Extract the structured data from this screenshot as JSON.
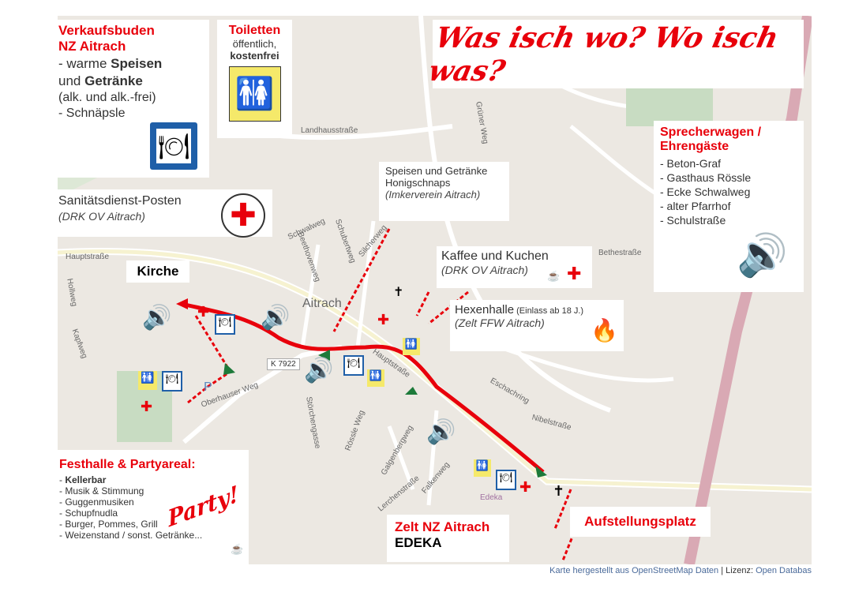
{
  "title": "Was isch wo? Wo isch was?",
  "verkaufsbuden": {
    "heading1": "Verkaufsbuden",
    "heading2": "NZ Aitrach",
    "l1a": "- warme ",
    "l1b": "Speisen",
    "l2a": "und ",
    "l2b": "Getränke",
    "l3": "(alk. und alk.-frei)",
    "l4": "- Schnäpsle"
  },
  "toiletten": {
    "heading": "Toiletten",
    "l1": "öffentlich,",
    "l2": "kostenfrei"
  },
  "sprecher": {
    "heading1": "Sprecherwagen /",
    "heading2": "Ehrengäste",
    "items": [
      "- Beton-Graf",
      "- Gasthaus Rössle",
      "- Ecke Schwalweg",
      "- alter Pfarrhof",
      "- Schulstraße"
    ]
  },
  "sani": {
    "heading": "Sanitätsdienst-Posten",
    "sub": "(DRK OV Aitrach)"
  },
  "speisen": {
    "l1": "Speisen und Getränke",
    "l2": "Honigschnaps",
    "l3": "(Imkerverein Aitrach)"
  },
  "kaffee": {
    "l1": "Kaffee und Kuchen",
    "l2": "(DRK OV Aitrach)"
  },
  "hexen": {
    "l1": "Hexenhalle",
    "l1small": " (Einlass ab 18 J.)",
    "l2": "(Zelt FFW Aitrach)"
  },
  "kirche": "Kirche",
  "festhalle": {
    "heading": "Festhalle & Partyareal:",
    "items": [
      "Kellerbar",
      "- Musik & Stimmung",
      "- Guggenmusiken",
      "- Schupfnudla",
      "- Burger, Pommes, Grill",
      "- Weizenstand / sonst. Getränke..."
    ],
    "party": "Party!"
  },
  "zelt": {
    "l1": "Zelt NZ Aitrach",
    "l2": "EDEKA"
  },
  "aufstellung": "Aufstellungsplatz",
  "streets": [
    "Hauptstraße",
    "Schwalweg",
    "Beethovenweg",
    "Schubertweg",
    "Silcherweg",
    "Landhausstraße",
    "Grüner Weg",
    "Hollweg",
    "Kapfweg",
    "Oberhauser Weg",
    "Störchengasse",
    "Rössle Weg",
    "Galgenbergweg",
    "Falkenweg",
    "Lerchenstraße",
    "Eschachring",
    "Nibelstraße",
    "Bethestraße",
    "Aitrach",
    "K 7922",
    "Edeka",
    "P"
  ],
  "attribution": {
    "a": "Karte hergestellt aus OpenStreetMap Daten",
    "sep": " | Lizenz: ",
    "b": "Open Databas"
  },
  "colors": {
    "accent": "#e8000b",
    "blue": "#1f5fa8",
    "toilet_yellow": "#f5e96a"
  }
}
